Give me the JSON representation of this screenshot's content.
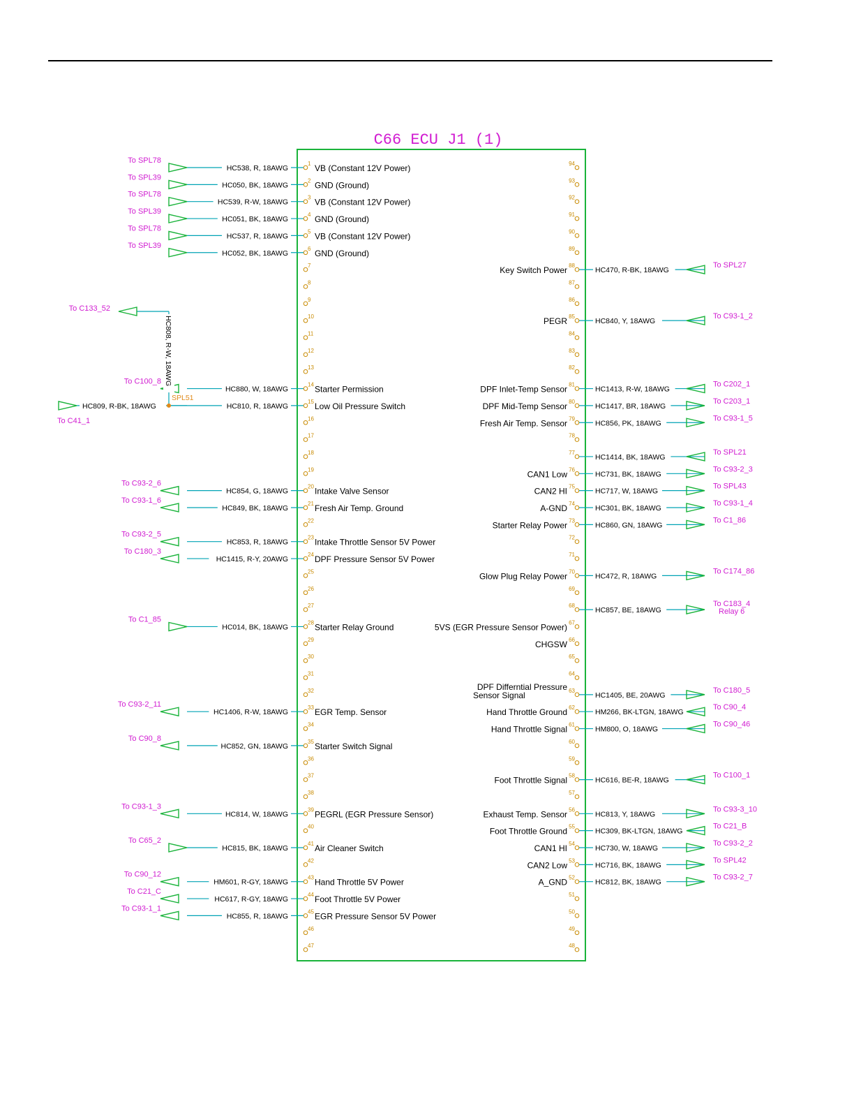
{
  "title": "C66 ECU J1 (1)",
  "colors": {
    "box": "#19b33a",
    "wire": "#00a3b5",
    "arrow": "#19b33a",
    "dest": "#d11dd1",
    "pin": "#c88a00",
    "text": "#000000",
    "splice": "#e08a1a"
  },
  "left_pins": [
    {
      "pin": "1",
      "label": "VB (Constant 12V Power)",
      "wire": "HC538, R, 18AWG",
      "dest": "To SPL78",
      "dir": "out"
    },
    {
      "pin": "2",
      "label": "GND (Ground)",
      "wire": "HC050, BK, 18AWG",
      "dest": "To SPL39",
      "dir": "out"
    },
    {
      "pin": "3",
      "label": "VB (Constant 12V Power)",
      "wire": "HC539, R-W, 18AWG",
      "dest": "To SPL78",
      "dir": "out"
    },
    {
      "pin": "4",
      "label": "GND (Ground)",
      "wire": "HC051, BK, 18AWG",
      "dest": "To SPL39",
      "dir": "out"
    },
    {
      "pin": "5",
      "label": "VB (Constant 12V Power)",
      "wire": "HC537, R, 18AWG",
      "dest": "To SPL78",
      "dir": "out"
    },
    {
      "pin": "6",
      "label": "GND (Ground)",
      "wire": "HC052, BK, 18AWG",
      "dest": "To SPL39",
      "dir": "out"
    },
    {
      "pin": "7"
    },
    {
      "pin": "8"
    },
    {
      "pin": "9"
    },
    {
      "pin": "10"
    },
    {
      "pin": "11"
    },
    {
      "pin": "12"
    },
    {
      "pin": "13"
    },
    {
      "pin": "14",
      "label": "Starter Permission",
      "wire": "HC880, W, 18AWG",
      "dest": "To C100_8",
      "dir": "in"
    },
    {
      "pin": "15",
      "label": "Low Oil Pressure Switch",
      "wire": "HC810, R, 18AWG",
      "splice": true
    },
    {
      "pin": "16"
    },
    {
      "pin": "17"
    },
    {
      "pin": "18"
    },
    {
      "pin": "19"
    },
    {
      "pin": "20",
      "label": "Intake Valve Sensor",
      "wire": "HC854, G, 18AWG",
      "dest": "To C93-2_6",
      "dir": "in"
    },
    {
      "pin": "21",
      "label": "Fresh Air Temp. Ground",
      "wire": "HC849, BK, 18AWG",
      "dest": "To C93-1_6",
      "dir": "in"
    },
    {
      "pin": "22"
    },
    {
      "pin": "23",
      "label": "Intake Throttle Sensor 5V Power",
      "wire": "HC853, R, 18AWG",
      "dest": "To C93-2_5",
      "dir": "in"
    },
    {
      "pin": "24",
      "label": "DPF Pressure Sensor 5V Power",
      "wire": "HC1415, R-Y, 20AWG",
      "dest": "To C180_3",
      "dir": "in"
    },
    {
      "pin": "25"
    },
    {
      "pin": "26"
    },
    {
      "pin": "27"
    },
    {
      "pin": "28",
      "label": "Starter Relay Ground",
      "wire": "HC014, BK, 18AWG",
      "dest": "To C1_85",
      "dir": "out"
    },
    {
      "pin": "29"
    },
    {
      "pin": "30"
    },
    {
      "pin": "31"
    },
    {
      "pin": "32"
    },
    {
      "pin": "33",
      "label": "EGR Temp. Sensor",
      "wire": "HC1406, R-W, 18AWG",
      "dest": "To C93-2_11",
      "dir": "in"
    },
    {
      "pin": "34"
    },
    {
      "pin": "35",
      "label": "Starter Switch Signal",
      "wire": "HC852, GN, 18AWG",
      "dest": "To C90_8",
      "dir": "in"
    },
    {
      "pin": "36"
    },
    {
      "pin": "37"
    },
    {
      "pin": "38"
    },
    {
      "pin": "39",
      "label": "PEGRL (EGR Pressure Sensor)",
      "wire": "HC814, W, 18AWG",
      "dest": "To C93-1_3",
      "dir": "in"
    },
    {
      "pin": "40"
    },
    {
      "pin": "41",
      "label": "Air Cleaner Switch",
      "wire": "HC815, BK, 18AWG",
      "dest": "To C65_2",
      "dir": "out"
    },
    {
      "pin": "42"
    },
    {
      "pin": "43",
      "label": "Hand Throttle 5V Power",
      "wire": "HM601, R-GY, 18AWG",
      "dest": "To C90_12",
      "dir": "in"
    },
    {
      "pin": "44",
      "label": "Foot Throttle 5V Power",
      "wire": "HC617, R-GY, 18AWG",
      "dest": "To C21_C",
      "dir": "in"
    },
    {
      "pin": "45",
      "label": "EGR Pressure Sensor 5V Power",
      "wire": "HC855, R, 18AWG",
      "dest": "To C93-1_1",
      "dir": "in"
    },
    {
      "pin": "46"
    },
    {
      "pin": "47"
    }
  ],
  "right_pins": [
    {
      "pin": "94"
    },
    {
      "pin": "93"
    },
    {
      "pin": "92"
    },
    {
      "pin": "91"
    },
    {
      "pin": "90"
    },
    {
      "pin": "89"
    },
    {
      "pin": "88",
      "label": "Key Switch Power",
      "wire": "HC470, R-BK, 18AWG",
      "dest": "To SPL27",
      "dir": "in"
    },
    {
      "pin": "87"
    },
    {
      "pin": "86"
    },
    {
      "pin": "85",
      "label": "PEGR",
      "wire": "HC840, Y, 18AWG",
      "dest": "To C93-1_2",
      "dir": "in"
    },
    {
      "pin": "84"
    },
    {
      "pin": "83"
    },
    {
      "pin": "82"
    },
    {
      "pin": "81",
      "label": "DPF Inlet-Temp Sensor",
      "wire": "HC1413, R-W, 18AWG",
      "dest": "To C202_1",
      "dir": "in"
    },
    {
      "pin": "80",
      "label": "DPF Mid-Temp Sensor",
      "wire": "HC1417, BR, 18AWG",
      "dest": "To C203_1",
      "dir": "out"
    },
    {
      "pin": "79",
      "label": "Fresh Air Temp. Sensor",
      "wire": "HC856, PK, 18AWG",
      "dest": "To C93-1_5",
      "dir": "out"
    },
    {
      "pin": "78"
    },
    {
      "pin": "77",
      "wire": "HC1414, BK, 18AWG",
      "dest": "To SPL21",
      "dir": "in"
    },
    {
      "pin": "76",
      "label": "CAN1 Low",
      "wire": "HC731, BK, 18AWG",
      "dest": "To C93-2_3",
      "dir": "out"
    },
    {
      "pin": "75",
      "label": "CAN2 HI",
      "wire": "HC717, W, 18AWG",
      "dest": "To SPL43",
      "dir": "out"
    },
    {
      "pin": "74",
      "label": "A-GND",
      "wire": "HC301, BK, 18AWG",
      "dest": "To C93-1_4",
      "dir": "out"
    },
    {
      "pin": "73",
      "label": "Starter Relay Power",
      "wire": "HC860, GN, 18AWG",
      "dest": "To C1_86",
      "dir": "out"
    },
    {
      "pin": "72"
    },
    {
      "pin": "71"
    },
    {
      "pin": "70",
      "label": "Glow Plug Relay Power",
      "wire": "HC472, R, 18AWG",
      "dest": "To C174_86",
      "dir": "out"
    },
    {
      "pin": "69"
    },
    {
      "pin": "68",
      "wire": "HC857, BE, 18AWG",
      "dest": "To C183_4",
      "dest2": "Relay 6",
      "dir": "out"
    },
    {
      "pin": "67",
      "label": "5VS (EGR Pressure Sensor Power)"
    },
    {
      "pin": "66",
      "label": "CHGSW"
    },
    {
      "pin": "65"
    },
    {
      "pin": "64"
    },
    {
      "pin": "63",
      "label": "DPF Differntial Pressure",
      "label2": "Sensor Signal",
      "wire": "HC1405, BE, 20AWG",
      "dest": "To C180_5",
      "dir": "out"
    },
    {
      "pin": "62",
      "label": "Hand Throttle Ground",
      "wire": "HM266, BK-LTGN, 18AWG",
      "dest": "To C90_4",
      "dir": "in"
    },
    {
      "pin": "61",
      "label": "Hand Throttle Signal",
      "wire": "HM800, O, 18AWG",
      "dest": "To C90_46",
      "dir": "in"
    },
    {
      "pin": "60"
    },
    {
      "pin": "59"
    },
    {
      "pin": "58",
      "label": "Foot Throttle Signal",
      "wire": "HC616, BE-R, 18AWG",
      "dest": "To C100_1",
      "dir": "in"
    },
    {
      "pin": "57"
    },
    {
      "pin": "56",
      "label": "Exhaust Temp. Sensor",
      "wire": "HC813, Y, 18AWG",
      "dest": "To C93-3_10",
      "dir": "out"
    },
    {
      "pin": "55",
      "label": "Foot Throttle Ground",
      "wire": "HC309, BK-LTGN, 18AWG",
      "dest": "To C21_B",
      "dir": "in"
    },
    {
      "pin": "54",
      "label": "CAN1 HI",
      "wire": "HC730, W, 18AWG",
      "dest": "To C93-2_2",
      "dir": "out"
    },
    {
      "pin": "53",
      "label": "CAN2 Low",
      "wire": "HC716, BK, 18AWG",
      "dest": "To SPL42",
      "dir": "out"
    },
    {
      "pin": "52",
      "label": "A_GND",
      "wire": "HC812, BK, 18AWG",
      "dest": "To C93-2_7",
      "dir": "out"
    },
    {
      "pin": "51"
    },
    {
      "pin": "50"
    },
    {
      "pin": "49"
    },
    {
      "pin": "48"
    }
  ],
  "splice": {
    "name": "SPL51",
    "vertical_wire": "HC808, R-W, 18AWG",
    "top_dest": "To C133_52",
    "left_wire": "HC809, R-BK, 18AWG",
    "left_dest": "To C41_1"
  }
}
